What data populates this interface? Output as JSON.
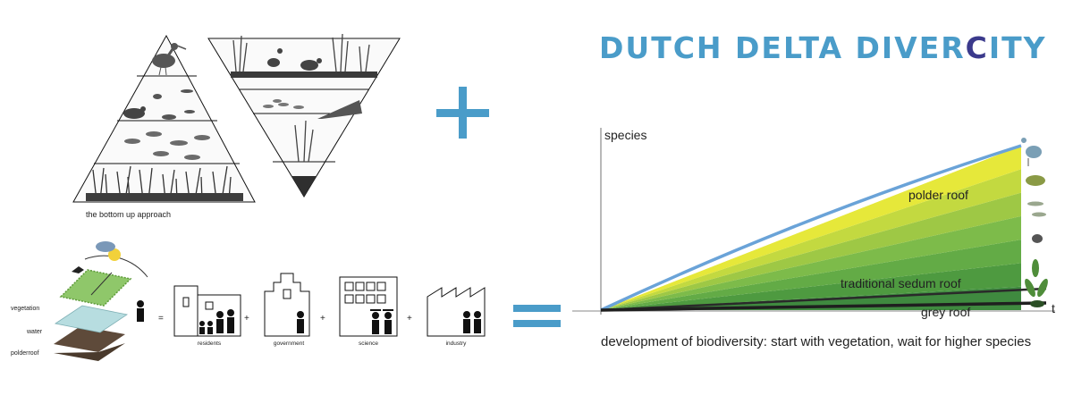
{
  "title": {
    "part1": "DUTCH DELTA DIVER",
    "highlight": "C",
    "part2": "ITY"
  },
  "pyramid": {
    "caption": "the bottom up approach"
  },
  "roof_layers": {
    "vegetation": "vegetation",
    "water": "water",
    "polderroof": "polderroof"
  },
  "stakeholders": [
    "residents",
    "government",
    "science",
    "industry"
  ],
  "operators": {
    "plus": "+",
    "equals": "="
  },
  "chart": {
    "ylabel": "species",
    "xlabel": "t",
    "caption": "development of biodiversity: start with vegetation, wait for higher species",
    "series_labels": {
      "polder": "polder roof",
      "sedum": "traditional sedum roof",
      "grey": "grey roof"
    }
  },
  "chart_data": {
    "type": "area",
    "xlabel": "t",
    "ylabel": "species",
    "series": [
      {
        "name": "polder roof",
        "values": [
          0,
          1
        ]
      },
      {
        "name": "traditional sedum roof",
        "values": [
          0,
          0.11
        ]
      },
      {
        "name": "grey roof",
        "values": [
          0,
          0.01
        ]
      }
    ],
    "bands": [
      "#3f8a3f",
      "#4e9a40",
      "#63ab46",
      "#7dbb4a",
      "#9ec845",
      "#c3d940",
      "#e6e83a"
    ],
    "colors": {
      "polder_line": "#6aa3d8",
      "sedum_line": "#2a2a2a",
      "grey_line": "#1f1f1f"
    }
  }
}
